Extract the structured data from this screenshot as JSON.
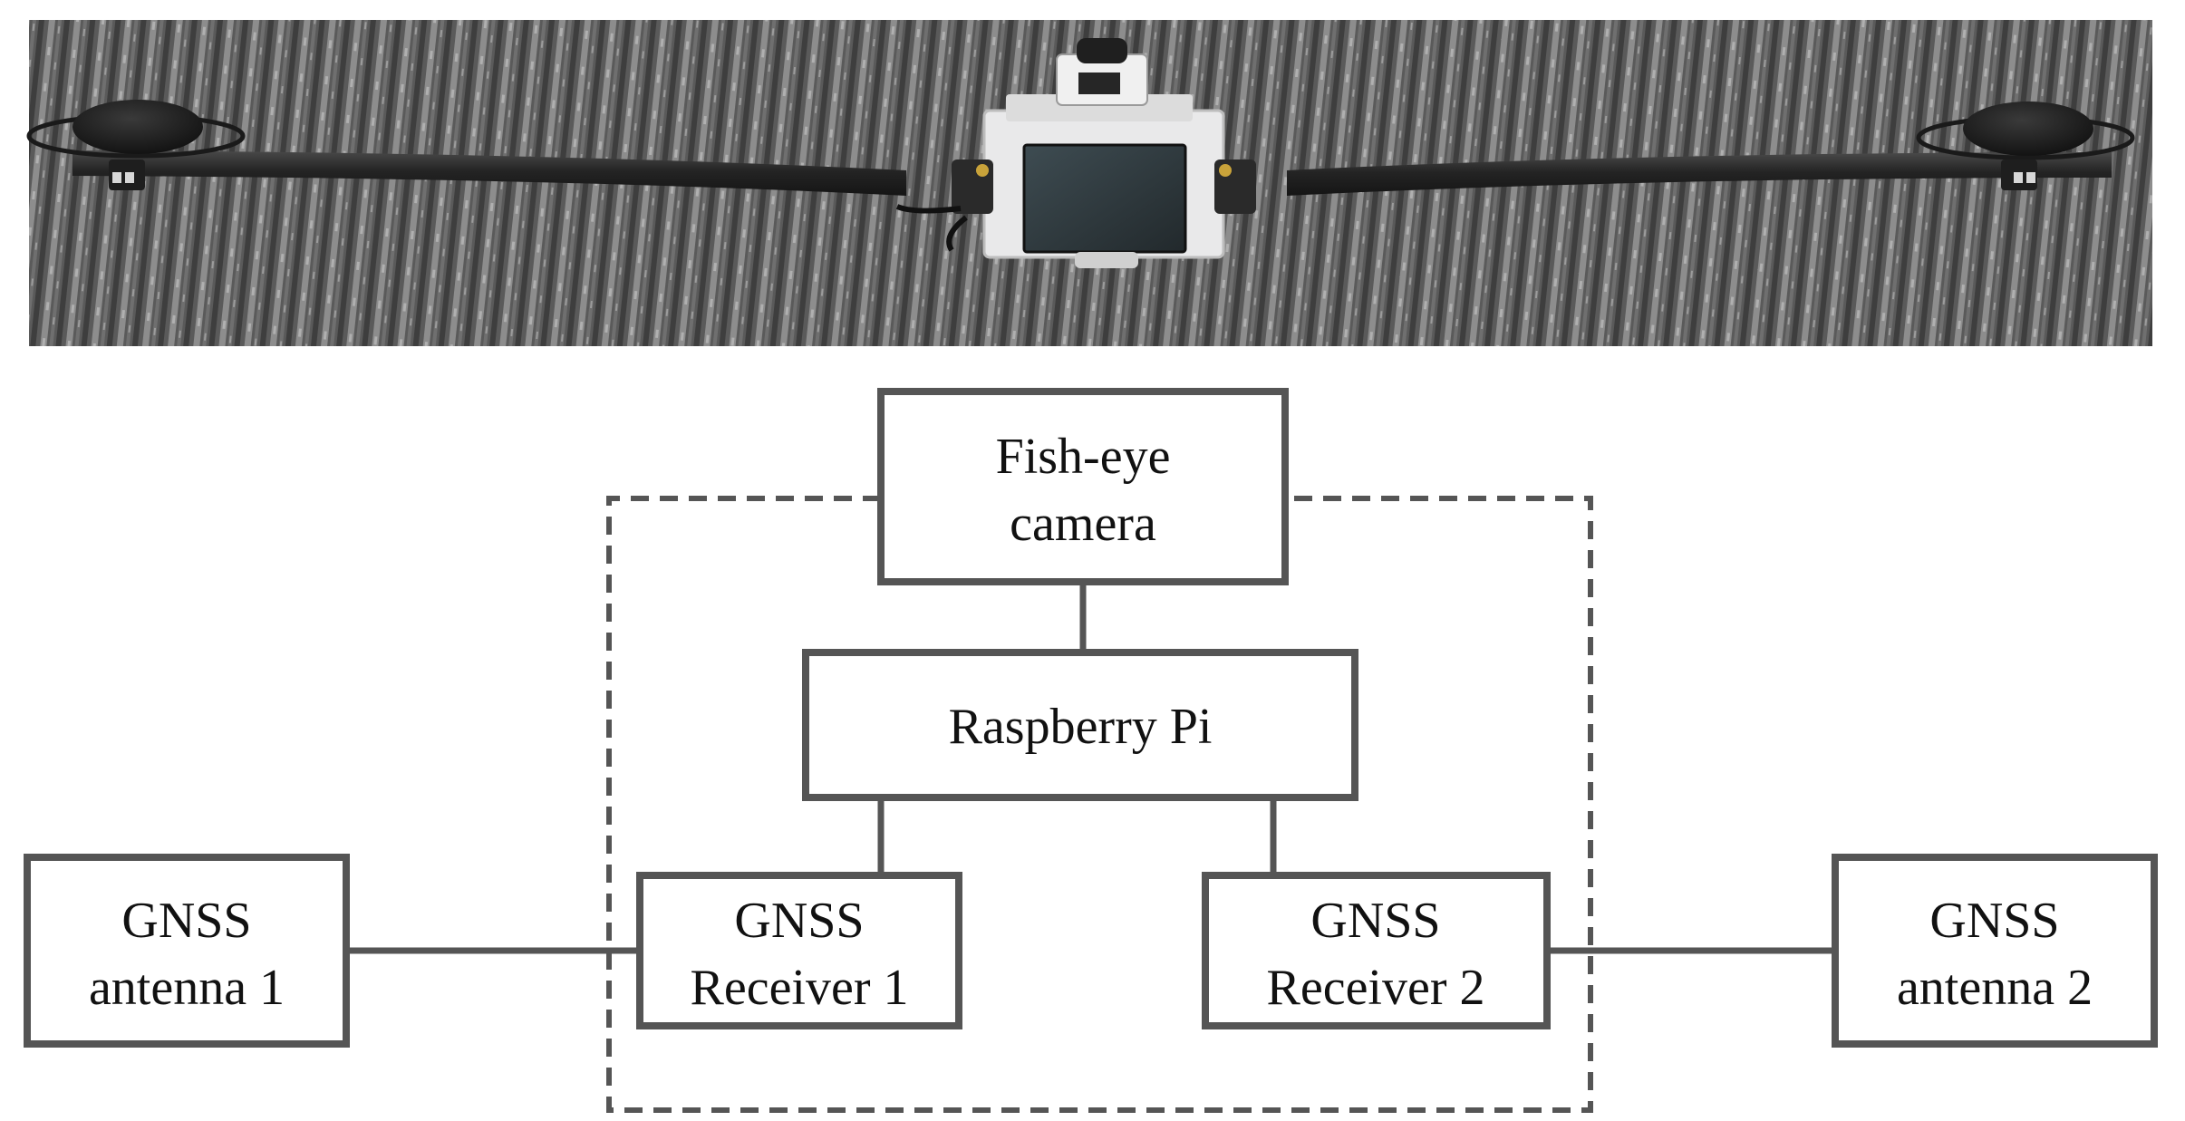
{
  "photo": {
    "subject": "device-photo",
    "colors": {
      "carpet_base": "#5a5a5a",
      "carpet_light": "#9a9a9a",
      "carpet_dark": "#3c3c3c",
      "rod": "#222222",
      "housing": "#e9e9ea",
      "screen": "#2e3a40",
      "antenna": "#1b1b1b"
    }
  },
  "diagram": {
    "colors": {
      "box_stroke": "#555555",
      "line": "#555555",
      "dashed_border": "#555555",
      "text": "#111111"
    },
    "boxes": {
      "fisheye_camera": [
        "Fish-eye",
        "camera"
      ],
      "raspberry_pi": [
        "Raspberry Pi"
      ],
      "gnss_receiver_1": [
        "GNSS",
        "Receiver 1"
      ],
      "gnss_receiver_2": [
        "GNSS",
        "Receiver 2"
      ],
      "gnss_antenna_1": [
        "GNSS",
        "antenna 1"
      ],
      "gnss_antenna_2": [
        "GNSS",
        "antenna 2"
      ]
    }
  }
}
